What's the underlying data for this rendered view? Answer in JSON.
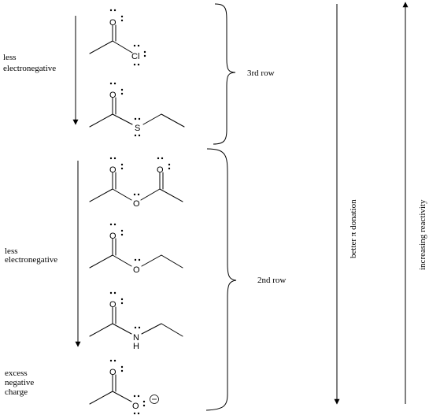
{
  "labels": {
    "less_electronegative_top": [
      "less",
      "electronegative"
    ],
    "less_electronegative_bottom": [
      "less",
      "electronegative"
    ],
    "excess_negative_charge": [
      "excess",
      "negative",
      "charge"
    ],
    "third_row": "3rd row",
    "second_row": "2nd row",
    "pi_donation": "better π donation",
    "reactivity": "increasing  reactivity"
  },
  "atoms": {
    "o": "O",
    "cl": "Cl",
    "s": "S",
    "n": "N",
    "h": "H",
    "minus": "−"
  }
}
